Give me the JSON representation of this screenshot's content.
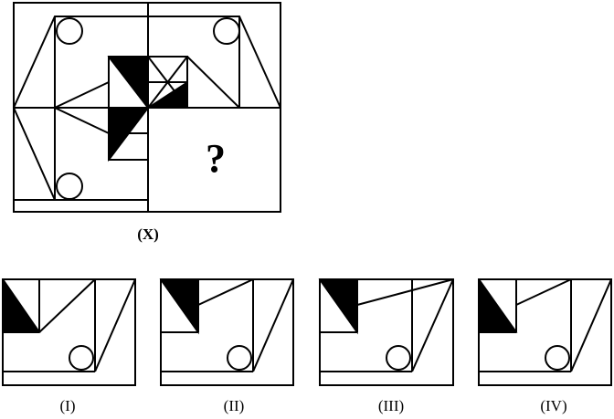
{
  "question_figure": {
    "missing_mark": "?",
    "label": "(X)"
  },
  "options": [
    {
      "label": "(I)"
    },
    {
      "label": "(II)"
    },
    {
      "label": "(III)"
    },
    {
      "label": "(IV)"
    }
  ]
}
